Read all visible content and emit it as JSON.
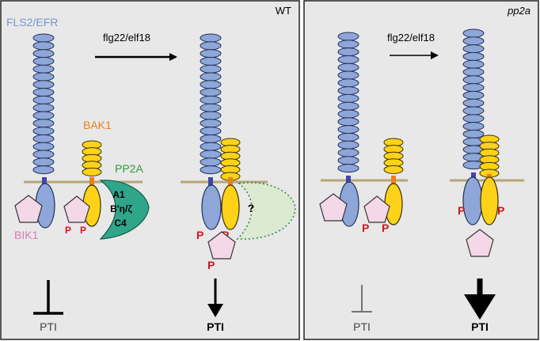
{
  "colors": {
    "panel_bg": "#e8e8e8",
    "panel_border": "#222222",
    "receptor_blue": "#8ea6d8",
    "receptor_outline": "#1f2f5a",
    "bak1_yellow": "#ffd21a",
    "bak1_outline": "#3a3000",
    "membrane": "#b5a577",
    "bik1_pink": "#f4d8e8",
    "pp2a_green": "#2fa68a",
    "pp2a_ghost": "#dbead0",
    "ghost_border": "#2e7d4f",
    "phospho_red": "#d4141a",
    "label_blue": "#7a95cf",
    "label_orange": "#e8811a",
    "label_green": "#2f9a3a",
    "label_pink": "#e07ab8"
  },
  "wt_panel": {
    "title": "WT",
    "receptor_label": "FLS2/EFR",
    "ligand_label": "flg22/elf18",
    "bak1_label": "BAK1",
    "pp2a_label": "PP2A",
    "pp2a_subunits": [
      "A1",
      "B'η/ζ",
      "C4"
    ],
    "bik1_label": "BIK1",
    "phospho_label": "P",
    "unknown_mark": "?",
    "output_resting": "PTI",
    "output_activated": "PTI"
  },
  "mutant_panel": {
    "title": "pp2a",
    "ligand_label": "flg22/elf18",
    "phospho_label": "P",
    "output_resting": "PTI",
    "output_activated": "PTI"
  }
}
